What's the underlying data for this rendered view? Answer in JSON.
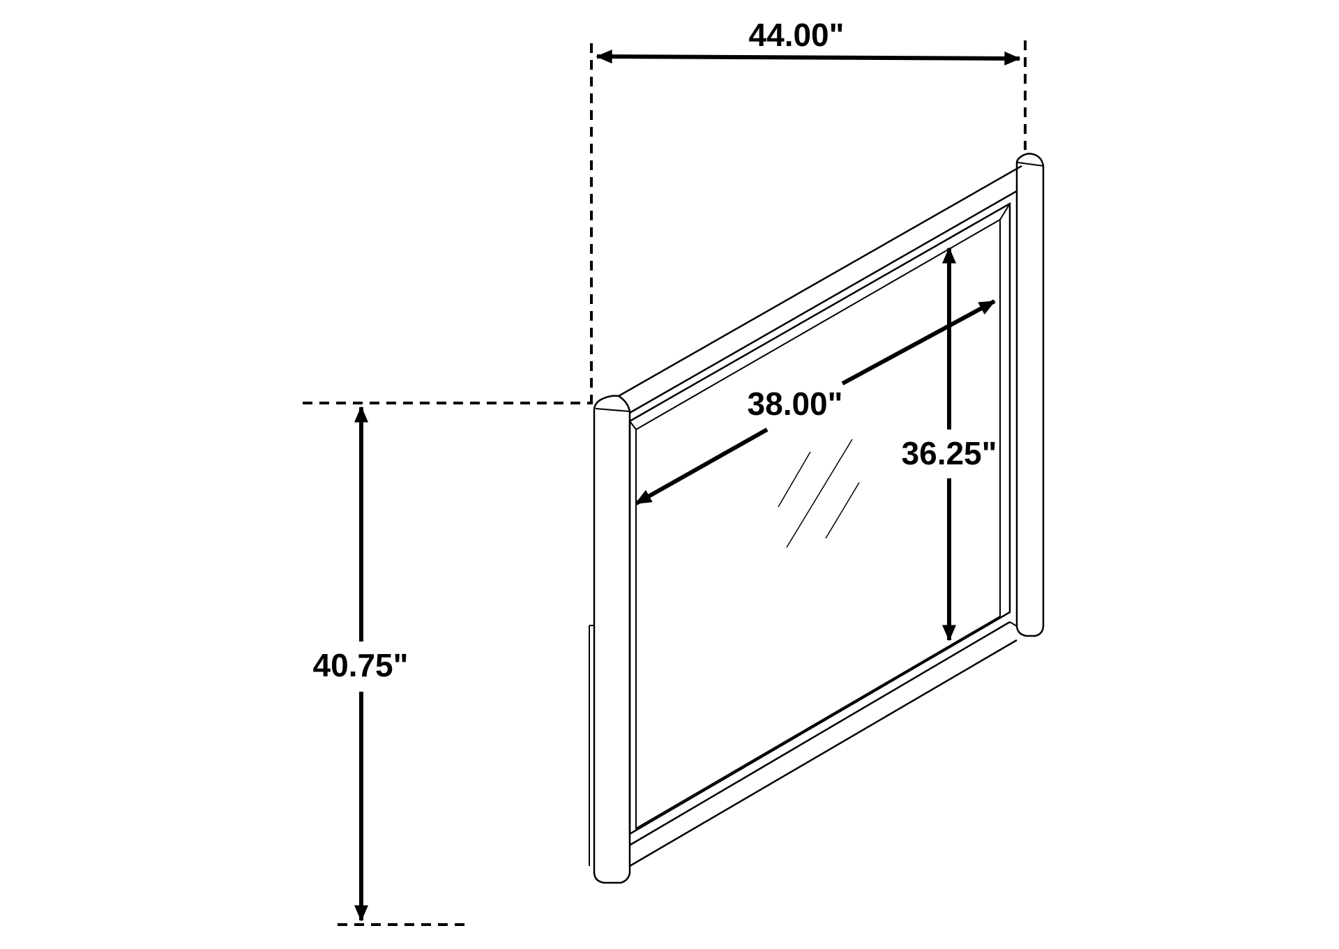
{
  "dimensions": {
    "overall_width": "44.00\"",
    "overall_height": "40.75\"",
    "glass_width": "38.00\"",
    "glass_height": "36.25\""
  },
  "colors": {
    "ink": "#000000",
    "background": "#ffffff"
  }
}
